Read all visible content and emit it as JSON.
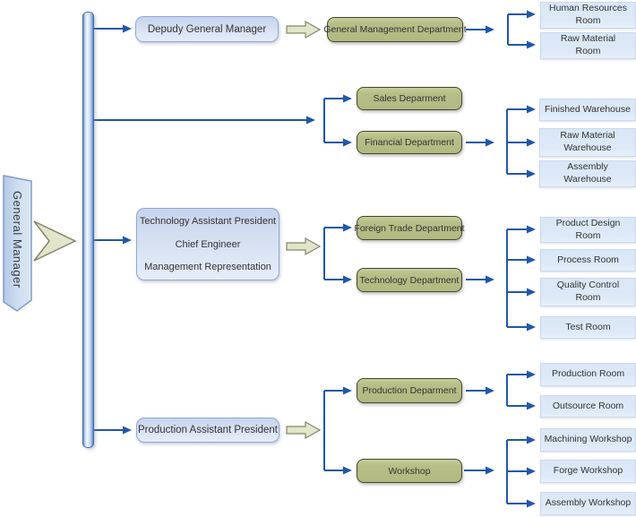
{
  "colors": {
    "connector_blue": "#2157a8",
    "department_fill": "#b7be87",
    "executive_fill": "#d6e0f2",
    "unit_fill": "#dde9f7",
    "arrow_shape_fill": "#e2e5c9"
  },
  "org": {
    "root_label": "General Manager",
    "branches": [
      {
        "manager": "Depudy General Manager",
        "departments": [
          {
            "name": "General Management Department",
            "units": [
              "Human Resources\nRoom",
              "Raw Material\nRoom"
            ]
          }
        ]
      },
      {
        "departments": [
          {
            "name": "Sales Deparment",
            "units": []
          },
          {
            "name": "Financial Department",
            "units": [
              "Finished Warehouse",
              "Raw Material\nWarehouse",
              "Assembly\nWarehouse"
            ]
          }
        ]
      },
      {
        "manager_lines": [
          "Technology Assistant President",
          "Chief Engineer",
          "Management Representation"
        ],
        "departments": [
          {
            "name": "Foreign Trade Department",
            "units": []
          },
          {
            "name": "Technology Department",
            "units": [
              "Product Design\nRoom",
              "Process Room",
              "Quality Control\nRoom",
              "Test Room"
            ]
          }
        ]
      },
      {
        "manager": "Production Assistant President",
        "departments": [
          {
            "name": "Production Deparment",
            "units": [
              "Production Room",
              "Outsource Room"
            ]
          },
          {
            "name": "Workshop",
            "units": [
              "Machining Workshop",
              "Forge Workshop",
              "Assembly Workshop"
            ]
          }
        ]
      }
    ]
  }
}
